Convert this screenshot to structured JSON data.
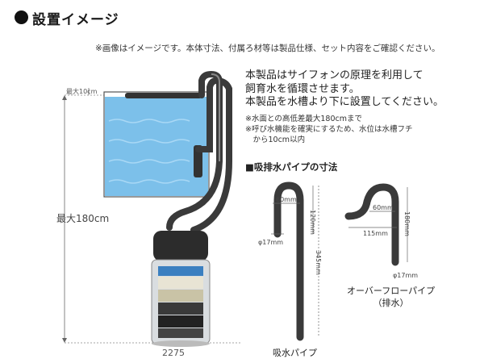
{
  "title": "●設置イメージ",
  "title_text": "設置イメージ",
  "note": "※画像はイメージです。本体寸法、付属ろ材等は製品仕様、セット内容をご確認ください。",
  "description": [
    "本製品はサイフォンの原理を利用して",
    "飼育水を循環させます。",
    "本製品を水槽より下に設置してください。"
  ],
  "small_notes": [
    "※水面との高低差最大180cmまで",
    "※呼び水機能を確実にするため、水位は水槽フチ",
    "　から10cm以内"
  ],
  "section_title": "■吸排水パイプの寸法",
  "diagram": {
    "max_10": "最大10cm",
    "max_180": "最大180cm",
    "model": "2275"
  },
  "intake_pipe": {
    "caption": "吸水パイプ",
    "width": "60mm",
    "height": "120mm",
    "length": "345mm",
    "diameter": "φ17mm"
  },
  "overflow_pipe": {
    "caption_line1": "オーバーフローパイプ",
    "caption_line2": "（排水）",
    "width": "60mm",
    "span": "115mm",
    "height": "180mm",
    "diameter": "φ17mm"
  },
  "colors": {
    "water": "#7cc0ea",
    "water_dark": "#4a9fd4",
    "pipe": "#3a3a3a",
    "filter_body": "#d9dde0"
  }
}
